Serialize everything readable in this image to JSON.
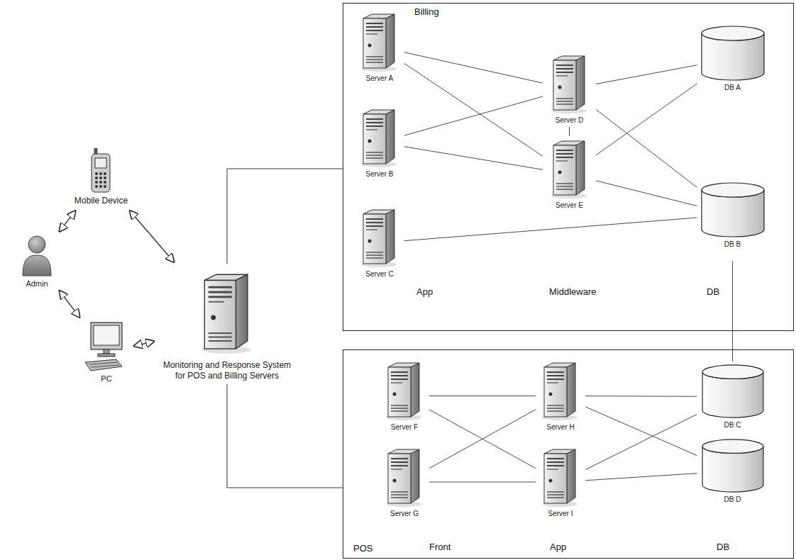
{
  "diagram": {
    "nodes": [
      {
        "text": [
          "Admin"
        ]
      },
      {
        "text": [
          "Mobile Device"
        ]
      },
      {
        "text": [
          "PC"
        ]
      },
      {
        "text": [
          "Monitoring and Response System for POS and Billing Servers"
        ]
      },
      {
        "text": [
          "Billing"
        ]
      },
      {
        "text": [
          "Server A"
        ],
        "in": 4
      },
      {
        "text": [
          "Server B"
        ],
        "in": 4
      },
      {
        "text": [
          "Server C"
        ],
        "in": 4
      },
      {
        "text": [
          "Server D"
        ],
        "in": 4
      },
      {
        "text": [
          "Server E"
        ],
        "in": 4
      },
      {
        "text": [
          "DB A"
        ],
        "in": 4
      },
      {
        "text": [
          "DB B"
        ],
        "in": 4
      },
      {
        "text": [
          "POS"
        ]
      },
      {
        "text": [
          "Server F"
        ],
        "in": 12
      },
      {
        "text": [
          "Server G"
        ],
        "in": 12
      },
      {
        "text": [
          "Server H"
        ],
        "in": 12
      },
      {
        "text": [
          "Server I"
        ],
        "in": 12
      },
      {
        "text": [
          "DB C"
        ],
        "in": 12
      },
      {
        "text": [
          "DB D"
        ],
        "in": 12
      }
    ],
    "edges": [
      {
        "from": 0,
        "to": 1,
        "arrow": "both"
      },
      {
        "from": 0,
        "to": 2,
        "arrow": "both"
      },
      {
        "from": 1,
        "to": 3,
        "arrow": "both"
      },
      {
        "from": 2,
        "to": 3,
        "arrow": "both"
      },
      {
        "from": 3,
        "to": 4,
        "arrow": "none"
      },
      {
        "from": 3,
        "to": 12,
        "arrow": "none"
      },
      {
        "from": 5,
        "to": 8,
        "arrow": "none"
      },
      {
        "from": 5,
        "to": 9,
        "arrow": "none"
      },
      {
        "from": 6,
        "to": 8,
        "arrow": "none"
      },
      {
        "from": 6,
        "to": 9,
        "arrow": "none"
      },
      {
        "from": 7,
        "to": 11,
        "arrow": "none"
      },
      {
        "from": 8,
        "to": 9,
        "arrow": "none"
      },
      {
        "from": 8,
        "to": 10,
        "arrow": "none"
      },
      {
        "from": 8,
        "to": 11,
        "arrow": "none"
      },
      {
        "from": 9,
        "to": 10,
        "arrow": "none"
      },
      {
        "from": 9,
        "to": 11,
        "arrow": "none"
      },
      {
        "from": 11,
        "to": 17,
        "arrow": "none"
      },
      {
        "from": 13,
        "to": 15,
        "arrow": "none"
      },
      {
        "from": 13,
        "to": 16,
        "arrow": "none"
      },
      {
        "from": 14,
        "to": 15,
        "arrow": "none"
      },
      {
        "from": 14,
        "to": 16,
        "arrow": "none"
      },
      {
        "from": 15,
        "to": 17,
        "arrow": "none"
      },
      {
        "from": 15,
        "to": 18,
        "arrow": "none"
      },
      {
        "from": 16,
        "to": 17,
        "arrow": "none"
      },
      {
        "from": 16,
        "to": 18,
        "arrow": "none"
      }
    ],
    "labels": [
      "App",
      "Middleware",
      "DB",
      "Front",
      "App",
      "DB"
    ]
  }
}
